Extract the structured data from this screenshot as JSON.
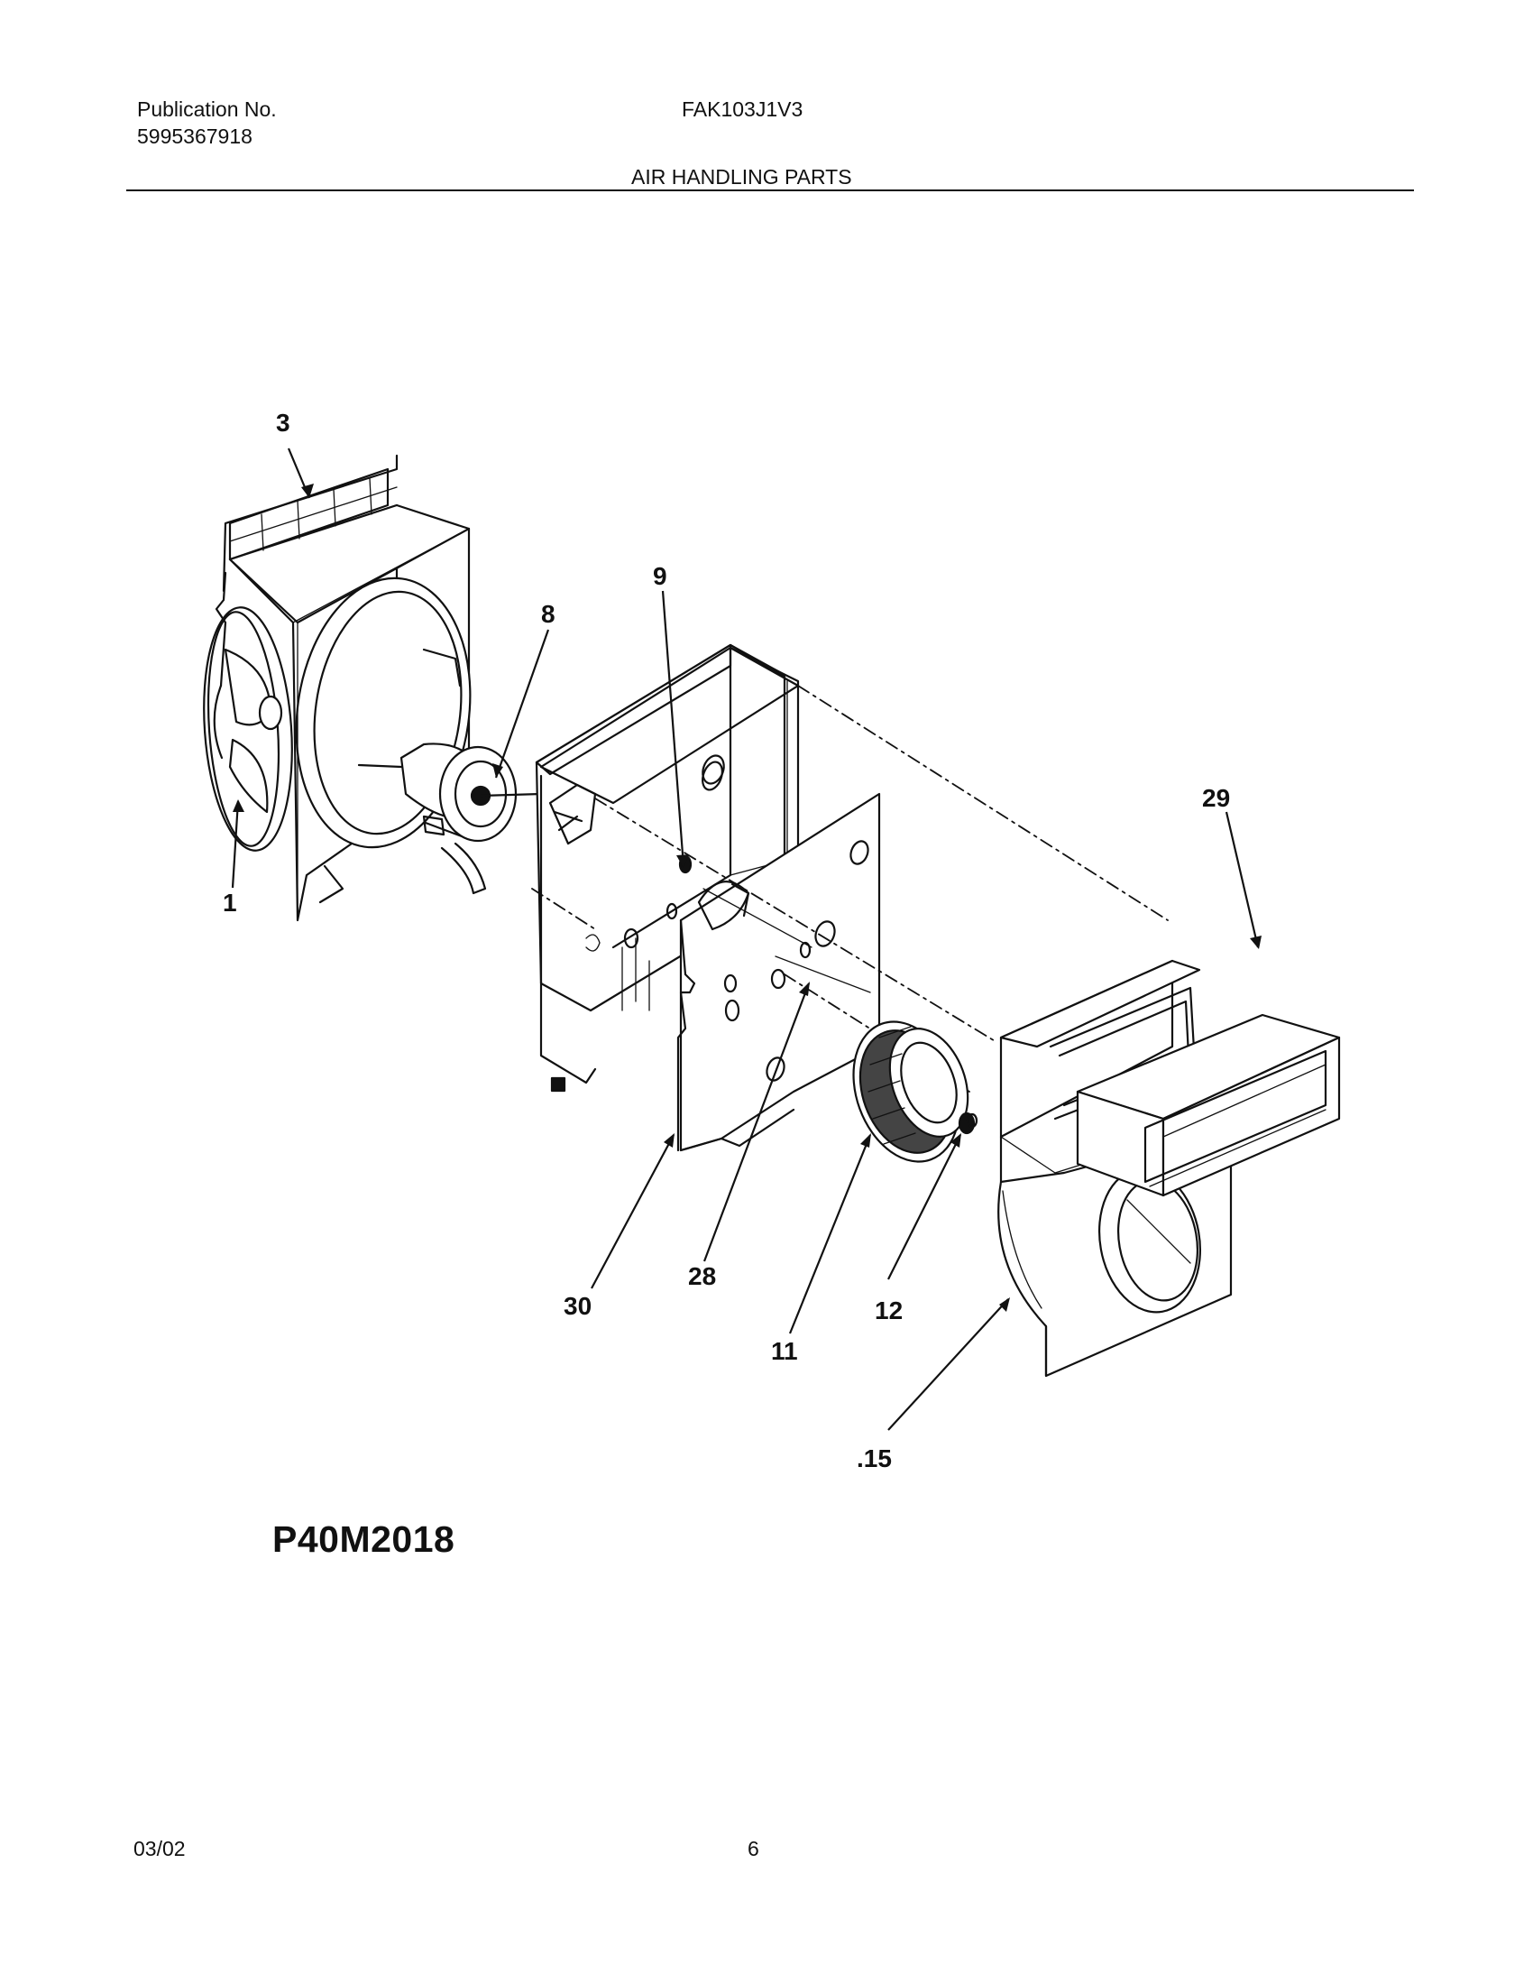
{
  "header": {
    "publication_label": "Publication No.",
    "publication_number": "5995367918",
    "model": "FAK103J1V3",
    "section_title": "AIR HANDLING PARTS"
  },
  "callouts": [
    "3",
    "8",
    "9",
    "29",
    "1",
    "30",
    "28",
    "11",
    "12",
    ".15"
  ],
  "diagram_code": "P40M2018",
  "footer": {
    "date": "03/02",
    "page": "6"
  }
}
